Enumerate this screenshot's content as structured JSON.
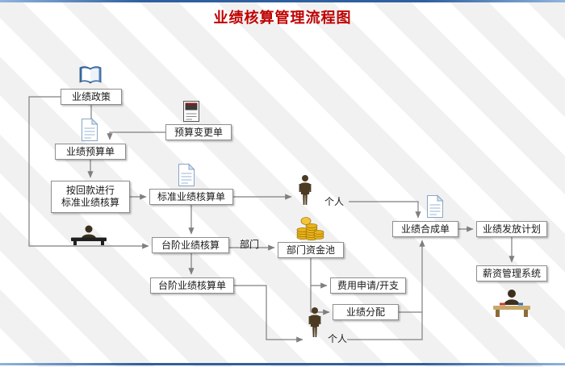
{
  "title": "业绩核算管理流程图",
  "nodes": {
    "policy": {
      "label": "业绩政策"
    },
    "budget_change": {
      "label": "预算变更单"
    },
    "budget_sheet": {
      "label": "业绩预算单"
    },
    "standard_calc": {
      "line1": "按回款进行",
      "line2": "标准业绩核算"
    },
    "standard_sheet": {
      "label": "标准业绩核算单"
    },
    "step_calc": {
      "label": "台阶业绩核算"
    },
    "step_sheet": {
      "label": "台阶业绩核算单"
    },
    "dept": {
      "label": "部门"
    },
    "dept_pool": {
      "label": "部门资金池"
    },
    "person_top": {
      "label": "个人"
    },
    "expense": {
      "label": "费用申请/开支"
    },
    "distribution": {
      "label": "业绩分配"
    },
    "composite_sheet": {
      "label": "业绩合成单"
    },
    "payout_plan": {
      "label": "业绩发放计划"
    },
    "salary_system": {
      "label": "薪资管理系统"
    },
    "person_bottom": {
      "label": "个人"
    }
  },
  "icons": [
    "book-icon",
    "document-icon",
    "budget-change-document-icon",
    "coins-icon",
    "person-icon",
    "person-at-desk-icon"
  ],
  "colors": {
    "title_red": "#c00000",
    "connector_gray": "#7f7f7f",
    "accent_blue": "#4f81bd",
    "border_blue": "#2f5f9e",
    "coin_gold": "#e8b31a"
  }
}
